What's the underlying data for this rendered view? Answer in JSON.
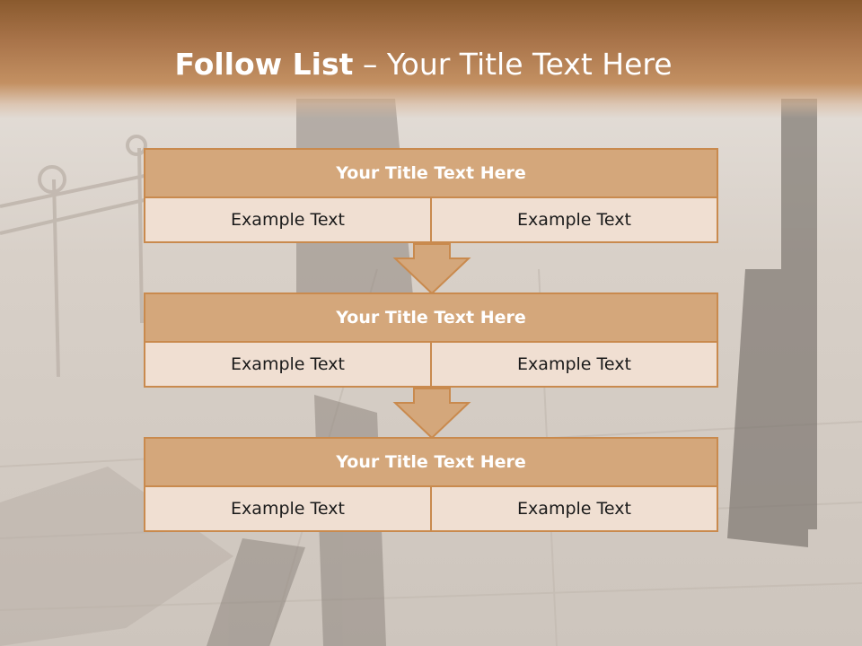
{
  "slide": {
    "title_bold": "Follow List",
    "title_rest": " – Your Title Text Here"
  },
  "colors": {
    "header": "#a9744a",
    "box_title_fill": "#d4a77b",
    "box_border": "#c98a4e",
    "cell_fill": "#f0dfd2"
  },
  "steps": [
    {
      "title": "Your Title Text Here",
      "left": "Example Text",
      "right": "Example Text"
    },
    {
      "title": "Your Title Text Here",
      "left": "Example Text",
      "right": "Example Text"
    },
    {
      "title": "Your Title Text Here",
      "left": "Example Text",
      "right": "Example Text"
    }
  ]
}
